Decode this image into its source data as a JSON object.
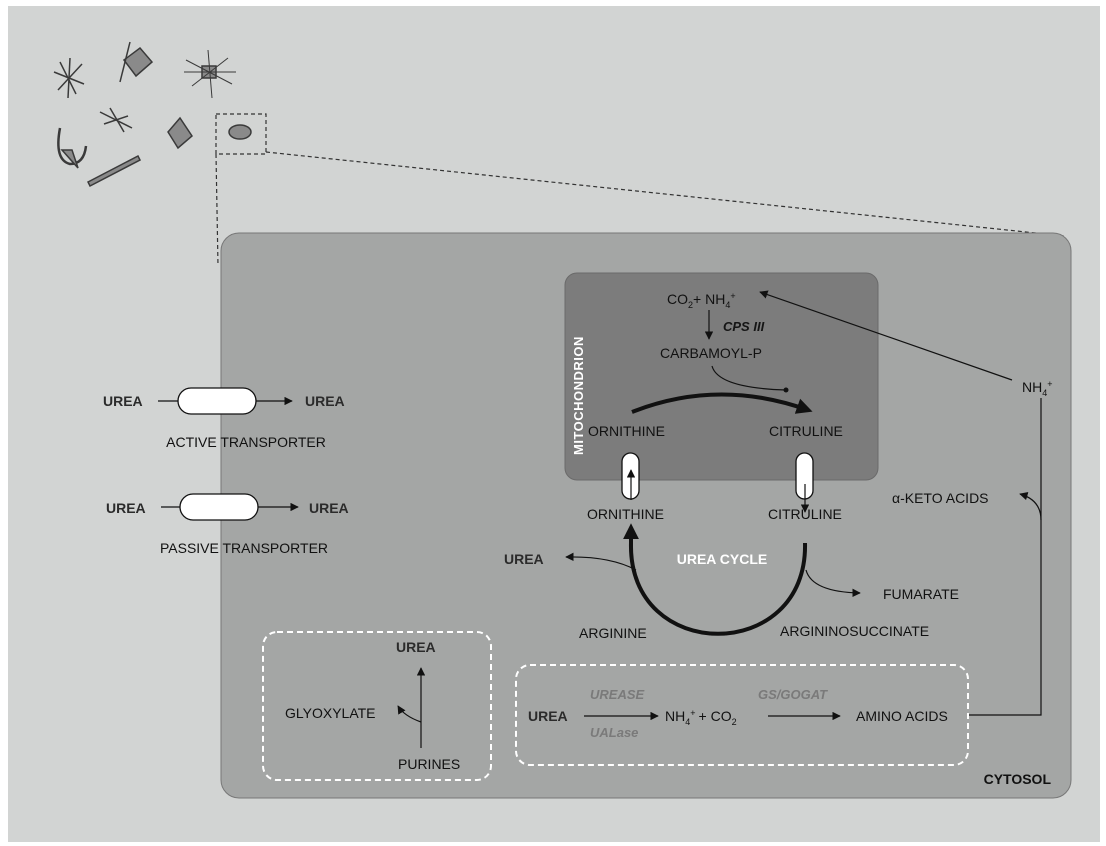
{
  "compartments": {
    "cytosol": "CYTOSOL",
    "mitochondrion": "MITOCHONDRION"
  },
  "transport": {
    "active": {
      "from": "UREA",
      "to": "UREA",
      "label": "ACTIVE TRANSPORTER"
    },
    "passive": {
      "from": "UREA",
      "to": "UREA",
      "label": "PASSIVE TRANSPORTER"
    }
  },
  "mito_pathway": {
    "co2": "CO",
    "co2_sub": "2",
    "plus_nh": "+ NH",
    "nh_sub": "4",
    "nh_sup": "+",
    "enzyme": "CPS III",
    "carbamoyl": "CARBAMOYL-P",
    "ornithine": "ORNITHINE",
    "citruline": "CITRULINE"
  },
  "cycle": {
    "title": "UREA CYCLE",
    "ornithine": "ORNITHINE",
    "citruline": "CITRULINE",
    "urea_out": "UREA",
    "arginine": "ARGININE",
    "argininosuccinate": "ARGININOSUCCINATE",
    "fumarate": "FUMARATE"
  },
  "side": {
    "nh4": "NH",
    "nh4_sub": "4",
    "nh4_sup": "+",
    "keto": "α-KETO ACIDS"
  },
  "purine_box": {
    "urea": "UREA",
    "glyoxylate": "GLYOXYLATE",
    "purines": "PURINES"
  },
  "urease_box": {
    "urea": "UREA",
    "urease": "UREASE",
    "ualase": "UALase",
    "nh": "NH",
    "nh_sub": "4",
    "nh_sup": "+",
    "plus_co": "+ CO",
    "co_sub": "2",
    "gs": "GS/GOGAT",
    "amino": "AMINO ACIDS"
  },
  "colors": {
    "background": "#d2d4d3",
    "cytosol": "#a4a6a5",
    "mitochondrion": "#7c7c7c",
    "transporter": "#ffffff"
  }
}
